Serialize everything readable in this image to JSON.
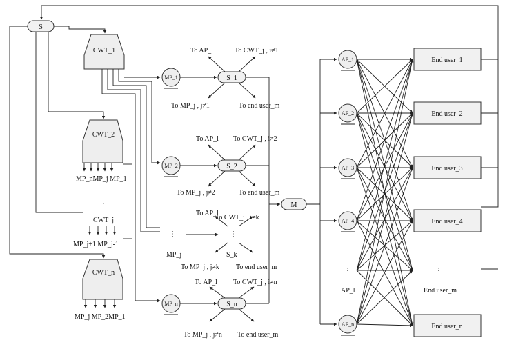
{
  "nodes": {
    "source": "S",
    "cwt": [
      "CWT_1",
      "CWT_2",
      "CWT_j",
      "CWT_n"
    ],
    "mp": [
      "MP_1",
      "MP_2",
      "MP_n"
    ],
    "switches": [
      "S_1",
      "S_2",
      "S_k",
      "S_n"
    ],
    "merge": "M",
    "ap": [
      "AP_1",
      "AP_2",
      "AP_3",
      "AP_4",
      "AP_n"
    ],
    "end_users": [
      "End user_1",
      "End user_2",
      "End user_3",
      "End user_4",
      "End user_n"
    ]
  },
  "labels": {
    "cwt2_outputs": "MP_nMP_j  MP_1",
    "cwtj_outputs": "MP_j+1    MP_j-1",
    "cwtn_outputs": "MP_j MP_2MP_1",
    "mp_j": "MP_j",
    "ap_l": "AP_l",
    "end_user_m": "End user_m",
    "s1": {
      "to_ap": "To AP_l",
      "to_cwt": "To CWT_j , i≠1",
      "to_mp": "To MP_j , j≠1",
      "to_end": "To end user_m"
    },
    "s2": {
      "to_ap": "To AP_l",
      "to_cwt": "To CWT_j , i≠2",
      "to_mp": "To MP_j , j≠2",
      "to_end": "To end user_m"
    },
    "sk": {
      "to_ap": "To AP_l",
      "to_cwt": "To CWT_j , i≠k",
      "to_mp": "To MP_j , j≠k",
      "to_end": "To end user_m"
    },
    "sn": {
      "to_ap": "To AP_l",
      "to_cwt": "To CWT_j , i≠n",
      "to_mp": "To MP_j , j≠n",
      "to_end": "To end user_m"
    }
  }
}
